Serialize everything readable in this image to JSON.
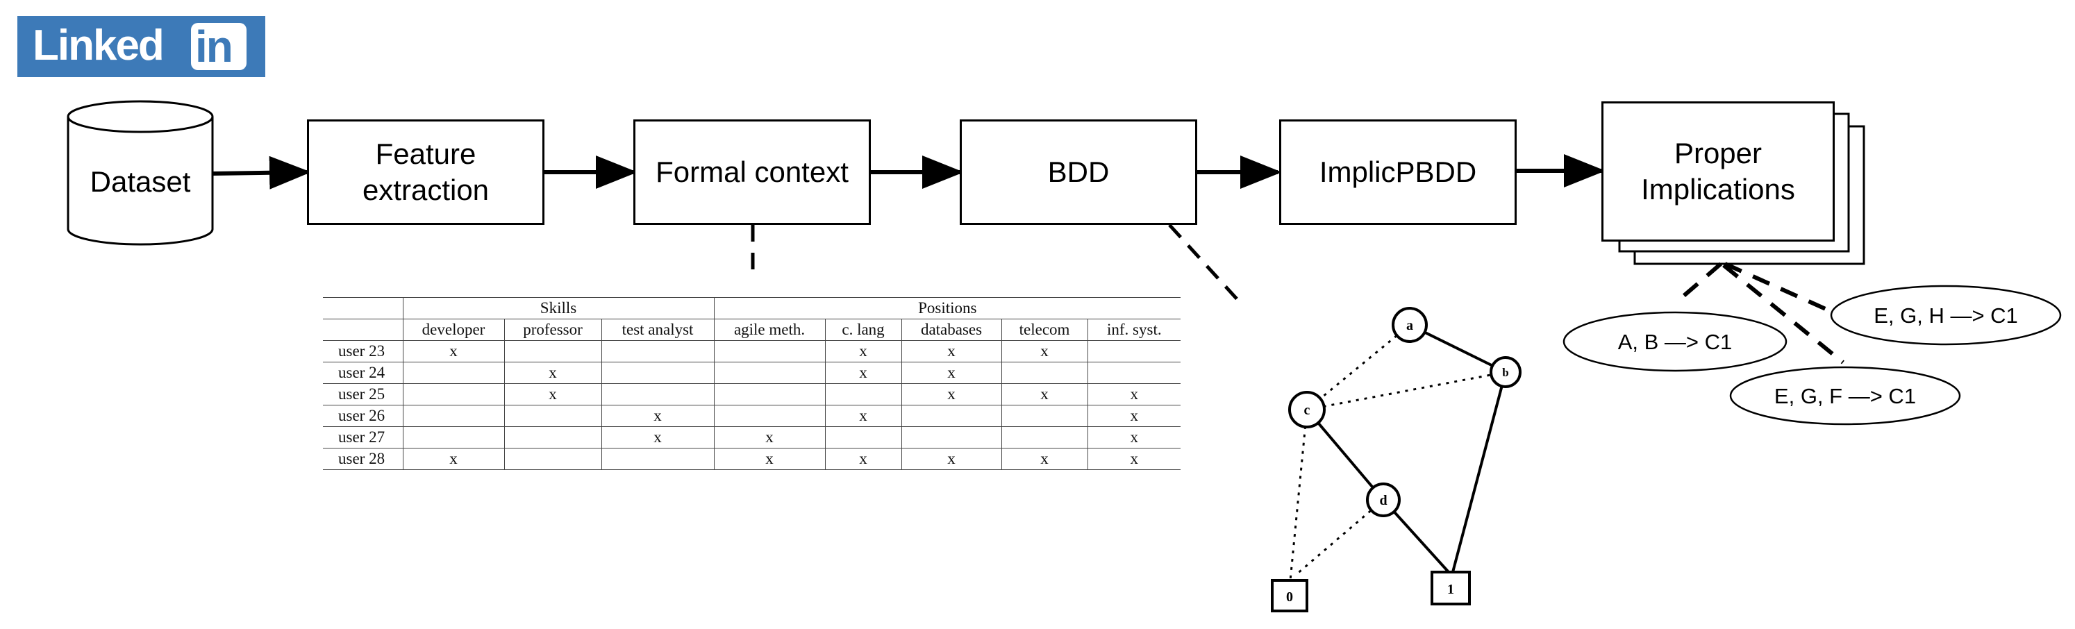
{
  "logo": {
    "word": "Linked",
    "in": "in"
  },
  "pipeline": {
    "dataset": "Dataset",
    "feature_extraction": [
      "Feature",
      "extraction"
    ],
    "formal_context": "Formal context",
    "bdd": "BDD",
    "implicpbdd": "ImplicPBDD",
    "proper_implications": [
      "Proper",
      "Implications"
    ]
  },
  "context_table": {
    "groups": [
      {
        "label": "Skills",
        "span": 3
      },
      {
        "label": "Positions",
        "span": 5
      }
    ],
    "columns": [
      "developer",
      "professor",
      "test analyst",
      "agile meth.",
      "c. lang",
      "databases",
      "telecom",
      "inf. syst."
    ],
    "rows": [
      {
        "label": "user 23",
        "cells": [
          "x",
          "",
          "",
          "",
          "x",
          "x",
          "x",
          ""
        ]
      },
      {
        "label": "user 24",
        "cells": [
          "",
          "x",
          "",
          "",
          "x",
          "x",
          "",
          ""
        ]
      },
      {
        "label": "user 25",
        "cells": [
          "",
          "x",
          "",
          "",
          "",
          "x",
          "x",
          "x"
        ]
      },
      {
        "label": "user 26",
        "cells": [
          "",
          "",
          "x",
          "",
          "x",
          "",
          "",
          "x"
        ]
      },
      {
        "label": "user 27",
        "cells": [
          "",
          "",
          "x",
          "x",
          "",
          "",
          "",
          "x"
        ]
      },
      {
        "label": "user 28",
        "cells": [
          "x",
          "",
          "",
          "x",
          "x",
          "x",
          "x",
          "x"
        ]
      }
    ]
  },
  "bdd_graph": {
    "nodes": [
      "a",
      "b",
      "c",
      "d"
    ],
    "terminals": [
      "0",
      "1"
    ]
  },
  "implications": [
    "A, B —> C1",
    "E, G, H —> C1",
    "E, G, F —> C1"
  ]
}
